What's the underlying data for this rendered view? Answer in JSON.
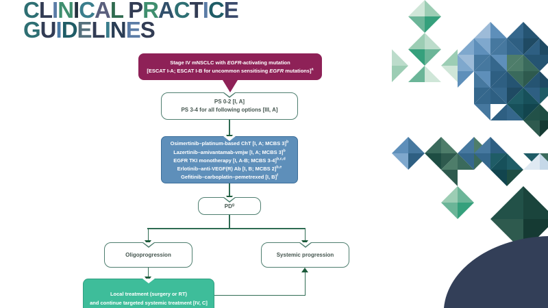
{
  "colors": {
    "maroon": "#8e2157",
    "box_border": "#4d7d6e",
    "box_text": "#44554e",
    "line": "#2e6b52",
    "arrow": "#1c5a3a",
    "blue_fill": "#5e8fba",
    "blue_border": "#3a6d99",
    "teal_fill": "#3ebd9a",
    "teal_border": "#2f9e80",
    "navy": "#333f58"
  },
  "title": {
    "line1": "CLINICAL PRACTICE",
    "line2": "GUIDELINES",
    "letter_colors_line1": [
      "#2e6f73",
      "#323c54",
      "#5b7ca6",
      "#3f8e6e",
      "#27323f",
      "#3a7d8c",
      "#5a5f7d",
      "#2f6b4f",
      "",
      "#323c54",
      "#3f8e6e",
      "#31506b",
      "#2e6f73",
      "#323c54",
      "#5b7ca6",
      "#1f5c66",
      "#3a4a6b"
    ],
    "letter_colors_line2": [
      "#2e6f73",
      "#323c54",
      "#4a7aa5",
      "#1f5c66",
      "#55707d",
      "#323c54",
      "#3a7d8c",
      "#2a3d55",
      "#5b7ca6",
      "#323c54"
    ]
  },
  "flowchart": {
    "root": {
      "lines": [
        [
          {
            "t": "Stage IV mNSCLC with "
          },
          {
            "t": "EGFR",
            "i": true
          },
          {
            "t": "-activating mutation"
          }
        ],
        [
          {
            "t": "[ESCAT I-A; ESCAT I-B for uncommon sensitising "
          },
          {
            "t": "EGFR",
            "i": true
          },
          {
            "t": " mutations]"
          },
          {
            "t": "a",
            "sup": true
          }
        ]
      ]
    },
    "ps": {
      "lines": [
        [
          {
            "t": "PS 0-2 [I, A]"
          }
        ],
        [
          {
            "t": "PS 3-4 for all following options [III, A]"
          }
        ]
      ]
    },
    "treatments": {
      "lines": [
        [
          {
            "t": "Osimertinib–platinum-based ChT [I, A; MCBS 3]"
          },
          {
            "t": "b",
            "sup": true
          }
        ],
        [
          {
            "t": "Lazertinib–amivantamab-vmjw [I, A; MCBS 3]"
          },
          {
            "t": "b",
            "sup": true
          }
        ],
        [
          {
            "t": "EGFR TKI monotherapy [I, A-B; MCBS 3-4]"
          },
          {
            "t": "b,c,d",
            "sup": true
          }
        ],
        [
          {
            "t": "Erlotinib–anti-VEGF(R) Ab [I, B; MCBS 2]"
          },
          {
            "t": "b,e",
            "sup": true
          }
        ],
        [
          {
            "t": "Gefitinib–carboplatin–pemetrexed [I, B]"
          },
          {
            "t": "f",
            "sup": true
          }
        ]
      ]
    },
    "pd": {
      "lines": [
        [
          {
            "t": "PD"
          },
          {
            "t": "g",
            "sup": true
          }
        ]
      ]
    },
    "oligo": {
      "label": "Oligoprogression"
    },
    "systemic": {
      "label": "Systemic progression"
    },
    "local": {
      "lines": [
        [
          {
            "t": "Local treatment (surgery or RT)"
          }
        ],
        [
          {
            "t": "and continue targeted systemic treatment [IV, C]"
          }
        ]
      ]
    }
  }
}
